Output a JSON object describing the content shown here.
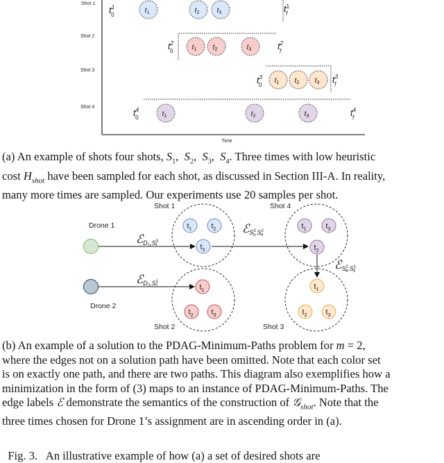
{
  "figure_a": {
    "axis_label_x": "Time",
    "rows": [
      {
        "label": "Shot 1",
        "t0": "t₀¹",
        "tf": "t_f¹",
        "color_fill": "#dae8fc",
        "color_stroke": "#6c8ebf",
        "times": [
          "t₁",
          "t₂",
          "t₃"
        ]
      },
      {
        "label": "Shot 2",
        "t0": "t₀²",
        "tf": "t_f²",
        "color_fill": "#f8cecc",
        "color_stroke": "#b85450",
        "times": [
          "t₁",
          "t₂",
          "t₃"
        ]
      },
      {
        "label": "Shot 3",
        "t0": "t₀³",
        "tf": "t_f³",
        "color_fill": "#ffe6cc",
        "color_stroke": "#d79b00",
        "times": [
          "t₁",
          "t₂",
          "t₃"
        ]
      },
      {
        "label": "Shot 4",
        "t0": "t₀⁴",
        "tf": "t_f⁴",
        "color_fill": "#e1d5e7",
        "color_stroke": "#9673a6",
        "times": [
          "t₁",
          "t₂",
          "t₃"
        ]
      }
    ],
    "caption": "(a) An example of shots four shots, S₁, S₂, S₃, S₄. Three times with low heuristic cost H_shot have been sampled for each shot, as discussed in Section III-A. In reality, many more times are sampled. Our experiments use 20 samples per shot."
  },
  "figure_b": {
    "drones": [
      {
        "label": "Drone 1",
        "fill": "#d5e8d4",
        "stroke": "#82b366"
      },
      {
        "label": "Drone 2",
        "fill": "#bac8d3",
        "stroke": "#23445d"
      }
    ],
    "shots": [
      {
        "label": "Shot 1",
        "nodes": [
          "t1",
          "t2",
          "t3"
        ],
        "fill": "#dae8fc",
        "stroke": "#6c8ebf"
      },
      {
        "label": "Shot 2",
        "nodes": [
          "t1",
          "t2",
          "t3"
        ],
        "fill": "#f8cecc",
        "stroke": "#b85450"
      },
      {
        "label": "Shot 3",
        "nodes": [
          "t1",
          "t2",
          "t3"
        ],
        "fill": "#ffe6cc",
        "stroke": "#d6b656"
      },
      {
        "label": "Shot 4",
        "nodes": [
          "t1",
          "t3",
          "t2"
        ],
        "fill": "#e1d5e7",
        "stroke": "#9673a6"
      }
    ],
    "edges": [
      {
        "label": "E_{D1,S1^3}",
        "from": "Drone 1",
        "to": "Shot 1 t3"
      },
      {
        "label": "E_{S1^3,S4^2}",
        "from": "Shot 1 t3",
        "to": "Shot 4 t2"
      },
      {
        "label": "E_{S4^2,S3^1}",
        "from": "Shot 4 t2",
        "to": "Shot 3 t1"
      },
      {
        "label": "E_{D2,S2^1}",
        "from": "Drone 2",
        "to": "Shot 2 t1"
      }
    ],
    "caption": "(b) An example of a solution to the PDAG-Minimum-Paths problem for m = 2, where the edges not on a solution path have been omitted. Note that each color set is on exactly one path, and there are two paths. This diagram also exemplifies how a minimization in the form of (3) maps to an instance of PDAG-Minimum-Paths. The edge labels ℰ demonstrate the semantics of the construction of 𝒢_shot. Note that the three times chosen for Drone 1’s assignment are in ascending order in (a)."
  },
  "caption_text": {
    "a_line1_pre": "(a) An example of shots four shots, ",
    "a_line1_post": ". Three times with low heuristic",
    "a_line2_pre": "cost ",
    "a_line2_post": " have been sampled for each shot, as discussed in Section III-A. In reality,",
    "a_line3": "many more times are sampled. Our experiments use 20 samples per shot.",
    "b_line1_pre": "(b)  An example of a solution to the PDAG-Minimum-Paths problem for ",
    "b_line1_m": "m",
    "b_line1_post": " = 2,",
    "b_line2": "where the edges not on a solution path have been omitted. Note that each color set",
    "b_line3": "is on exactly one path, and there are two paths. This diagram also exemplifies how a",
    "b_line4": "minimization in the form of (3) maps to an instance of PDAG-Minimum-Paths. The",
    "b_line5_pre": "edge labels ",
    "b_line5_mid": " demonstrate the semantics of the construction of ",
    "b_line5_post": ". Note that the",
    "b_line6": "three times chosen for Drone 1’s assignment are in ascending order in (a).",
    "fig_line": "Fig. 3.   An illustrative example of how (a) a set of desired shots are"
  }
}
